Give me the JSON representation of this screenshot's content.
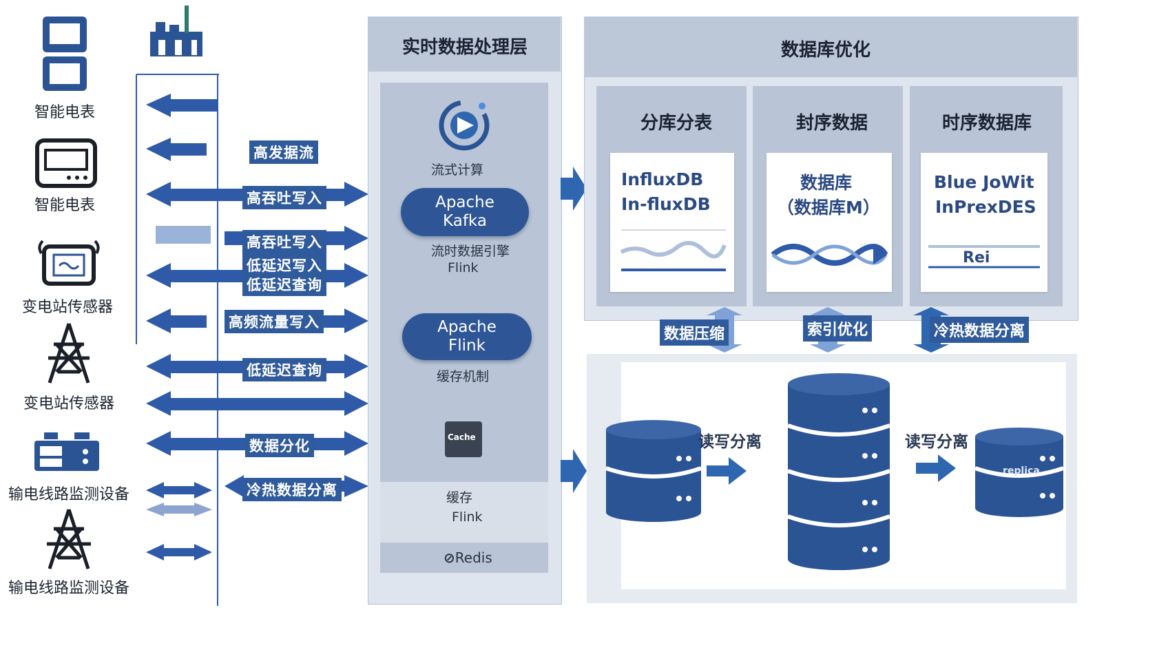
{
  "devices": [
    {
      "label": "智能电表",
      "icon": "smart-meter-icon"
    },
    {
      "label": "智能电表",
      "icon": "meter-display-icon"
    },
    {
      "label": "变电站传感器",
      "icon": "sensor-signal-icon"
    },
    {
      "label": "变电站传感器",
      "icon": "transmission-tower-icon"
    },
    {
      "label": "输电线路监测设备",
      "icon": "monitoring-device-icon"
    },
    {
      "label": "输电线路监测设备",
      "icon": "transmission-tower-icon"
    }
  ],
  "flows": {
    "f1": "高发据流",
    "f2": "高吞吐写入",
    "f3": "高吞吐写入",
    "f4": "低延迟写入",
    "f5": "低延迟查询",
    "f6": "高频流量写入",
    "f7": "低延迟查询",
    "f8": "数据分化",
    "f9": "冷热数据分离"
  },
  "stream": {
    "title": "实时数据处理层",
    "compute_label": "流式计算",
    "kafka_line1": "Apache",
    "kafka_line2": "Kafka",
    "engine_line1": "流时数据引擎",
    "engine_line2": "Flink",
    "flink_line1": "Apache",
    "flink_line2": "Flink",
    "cache_mech": "缓存机制",
    "chip_text": "Cache",
    "cache_label": "缓存",
    "flink_small": "Flink",
    "redis": "Redis"
  },
  "dbopt": {
    "title": "数据库优化",
    "cards": [
      {
        "title": "分库分表",
        "line1": "InfluxDB",
        "line2": "In-fluxDB"
      },
      {
        "title": "封序数据",
        "line1": "数据库",
        "line2": "（数据库M）"
      },
      {
        "title": "时序数据库",
        "line1": "Blue JoWit",
        "line2": "InPrexDES",
        "line3": "Rei"
      }
    ],
    "optimizations": [
      "数据压缩",
      "索引优化",
      "冷热数据分离"
    ]
  },
  "storage": {
    "read_label": "读写分离",
    "rw_label": "读写分离",
    "replica_label": "replica"
  },
  "colors": {
    "accent": "#2f5a9b",
    "arrow": "#2e5aa8",
    "panel_bg": "#bdc8d8",
    "panel_header": "#aebbd0",
    "db": "#2b5495"
  }
}
